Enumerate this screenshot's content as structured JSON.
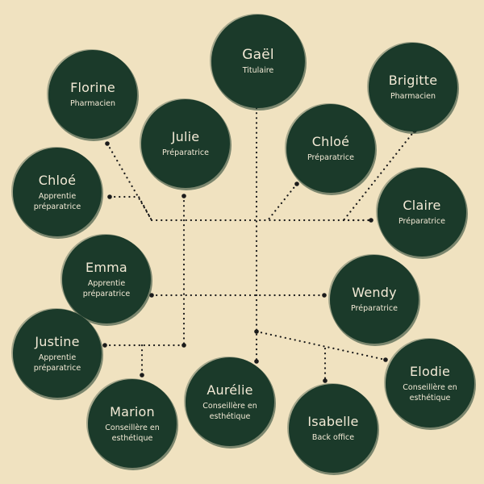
{
  "people": [
    {
      "id": "gael",
      "name": "Gaël",
      "role": "Titulaire"
    },
    {
      "id": "florine",
      "name": "Florine",
      "role": "Pharmacien"
    },
    {
      "id": "brigitte",
      "name": "Brigitte",
      "role": "Pharmacien"
    },
    {
      "id": "julie",
      "name": "Julie",
      "role": "Préparatrice"
    },
    {
      "id": "chloe1",
      "name": "Chloé",
      "role": "Préparatrice"
    },
    {
      "id": "chloe2",
      "name": "Chloé",
      "role": "Apprentie préparatrice"
    },
    {
      "id": "claire",
      "name": "Claire",
      "role": "Préparatrice"
    },
    {
      "id": "emma",
      "name": "Emma",
      "role": "Apprentie préparatrice"
    },
    {
      "id": "wendy",
      "name": "Wendy",
      "role": "Préparatrice"
    },
    {
      "id": "justine",
      "name": "Justine",
      "role": "Apprentie préparatrice"
    },
    {
      "id": "elodie",
      "name": "Elodie",
      "role": "Conseillère en esthétique"
    },
    {
      "id": "marion",
      "name": "Marion",
      "role": "Conseillère en esthétique"
    },
    {
      "id": "aurelie",
      "name": "Aurélie",
      "role": "Conseillère en esthétique"
    },
    {
      "id": "isabelle",
      "name": "Isabelle",
      "role": "Back office"
    }
  ],
  "colors": {
    "background": "#f0e2c0",
    "node": "#1b3a2a",
    "text": "#f3ead6",
    "connector": "#1b1b1b"
  }
}
